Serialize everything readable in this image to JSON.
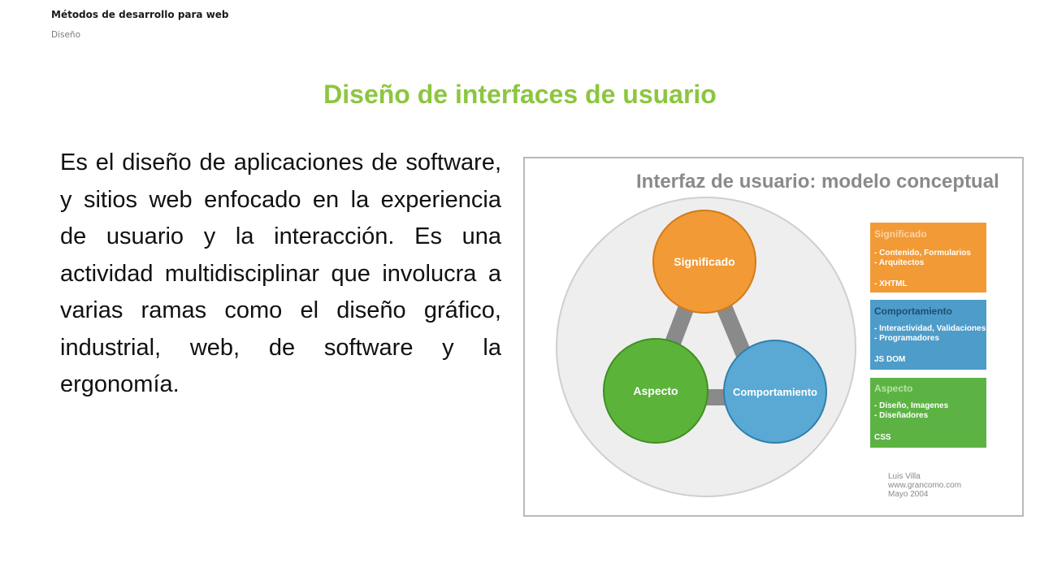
{
  "header": {
    "course": "Métodos de desarrollo para web",
    "section": "Diseño"
  },
  "slide": {
    "title": "Diseño de interfaces de usuario",
    "body": "Es el diseño de aplicaciones de software, y sitios web enfocado en la experiencia de usuario y la interacción. Es una actividad multidisciplinar que involucra a varias ramas como el diseño gráfico, industrial, web, de software y la ergonomía."
  },
  "figure": {
    "title": "Interfaz de usuario: modelo conceptual",
    "nodes": {
      "significado": "Significado",
      "aspecto": "Aspecto",
      "comportamiento": "Comportamiento"
    },
    "panels": [
      {
        "heading": "Significado",
        "lines": [
          "- Contenido, Formularios",
          "- Arquitectos"
        ],
        "footer": "- XHTML",
        "color": "#f29a35",
        "heading_color": "#fbd3a2"
      },
      {
        "heading": "Comportamiento",
        "lines": [
          "- Interactividad, Validaciones",
          "- Programadores"
        ],
        "footer": "JS DOM",
        "color": "#4d9cc9",
        "heading_color": "#1d4f73"
      },
      {
        "heading": "Aspecto",
        "lines": [
          "- Diseño, Imagenes",
          "- Diseñadores"
        ],
        "footer": "CSS",
        "color": "#5cb344",
        "heading_color": "#b7e3a4"
      }
    ],
    "credit": [
      "Luis Villa",
      "www.grancomo.com",
      "Mayo 2004"
    ],
    "colors": {
      "significado": "#f29a35",
      "comportamiento": "#5aa9d4",
      "aspecto": "#5cb33a",
      "connector": "#8a8a8a",
      "background_circle": "#eeeeee"
    }
  }
}
